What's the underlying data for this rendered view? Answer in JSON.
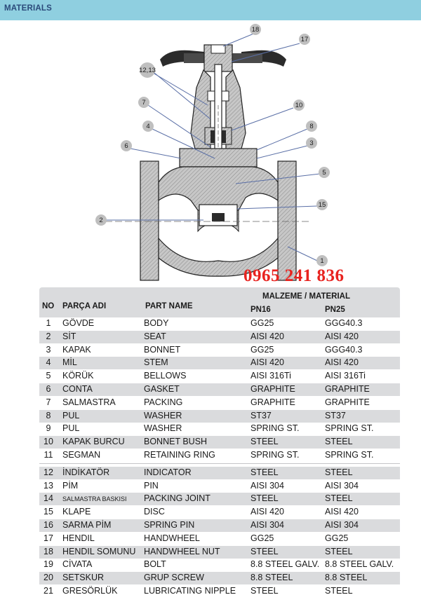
{
  "header": {
    "title": "MATERIALS"
  },
  "drawing": {
    "callouts": [
      "18",
      "17",
      "12,13",
      "10",
      "7",
      "8",
      "4",
      "3",
      "6",
      "5",
      "15",
      "2",
      "1"
    ]
  },
  "watermark": {
    "phone": "0965 241 836"
  },
  "table": {
    "header": {
      "no": "NO",
      "part_tr": "PARÇA ADI",
      "part_en": "PART NAME",
      "material_group": "MALZEME / MATERIAL",
      "pn16": "PN16",
      "pn25": "PN25"
    },
    "rows": [
      {
        "no": "1",
        "tr": "GÖVDE",
        "en": "BODY",
        "pn16": "GG25",
        "pn25": "GGG40.3"
      },
      {
        "no": "2",
        "tr": "SİT",
        "en": "SEAT",
        "pn16": "AISI 420",
        "pn25": "AISI 420"
      },
      {
        "no": "3",
        "tr": "KAPAK",
        "en": "BONNET",
        "pn16": "GG25",
        "pn25": "GGG40.3"
      },
      {
        "no": "4",
        "tr": "MİL",
        "en": "STEM",
        "pn16": "AISI 420",
        "pn25": "AISI 420"
      },
      {
        "no": "5",
        "tr": "KÖRÜK",
        "en": "BELLOWS",
        "pn16": "AISI 316Ti",
        "pn25": "AISI 316Ti"
      },
      {
        "no": "6",
        "tr": "CONTA",
        "en": "GASKET",
        "pn16": "GRAPHITE",
        "pn25": "GRAPHITE"
      },
      {
        "no": "7",
        "tr": "SALMASTRA",
        "en": "PACKING",
        "pn16": "GRAPHITE",
        "pn25": "GRAPHITE"
      },
      {
        "no": "8",
        "tr": "PUL",
        "en": "WASHER",
        "pn16": "ST37",
        "pn25": "ST37"
      },
      {
        "no": "9",
        "tr": "PUL",
        "en": "WASHER",
        "pn16": "SPRING ST.",
        "pn25": "SPRING ST."
      },
      {
        "no": "10",
        "tr": "KAPAK BURCU",
        "en": "BONNET BUSH",
        "pn16": "STEEL",
        "pn25": "STEEL"
      },
      {
        "no": "11",
        "tr": "SEGMAN",
        "en": "RETAINING RING",
        "pn16": "SPRING ST.",
        "pn25": "SPRING ST."
      },
      {
        "no": "12",
        "tr": "İNDİKATÖR",
        "en": "INDICATOR",
        "pn16": "STEEL",
        "pn25": "STEEL"
      },
      {
        "no": "13",
        "tr": "PİM",
        "en": "PIN",
        "pn16": "AISI 304",
        "pn25": "AISI 304"
      },
      {
        "no": "14",
        "tr": "SALMASTRA BASKISI",
        "en": "PACKING JOINT",
        "pn16": "STEEL",
        "pn25": "STEEL"
      },
      {
        "no": "15",
        "tr": "KLAPE",
        "en": "DISC",
        "pn16": "AISI 420",
        "pn25": "AISI 420"
      },
      {
        "no": "16",
        "tr": "SARMA PİM",
        "en": "SPRING PIN",
        "pn16": "AISI 304",
        "pn25": "AISI 304"
      },
      {
        "no": "17",
        "tr": "HENDIL",
        "en": "HANDWHEEL",
        "pn16": "GG25",
        "pn25": "GG25"
      },
      {
        "no": "18",
        "tr": "HENDIL SOMUNU",
        "en": "HANDWHEEL NUT",
        "pn16": "STEEL",
        "pn25": "STEEL"
      },
      {
        "no": "19",
        "tr": "CİVATA",
        "en": "BOLT",
        "pn16": "8.8 STEEL GALV.",
        "pn25": "8.8 STEEL GALV."
      },
      {
        "no": "20",
        "tr": "SETSKUR",
        "en": "GRUP SCREW",
        "pn16": "8.8 STEEL",
        "pn25": "8.8 STEEL"
      },
      {
        "no": "21",
        "tr": "GRESÖRLÜK",
        "en": "LUBRICATING NIPPLE",
        "pn16": "STEEL",
        "pn25": "STEEL"
      }
    ]
  }
}
